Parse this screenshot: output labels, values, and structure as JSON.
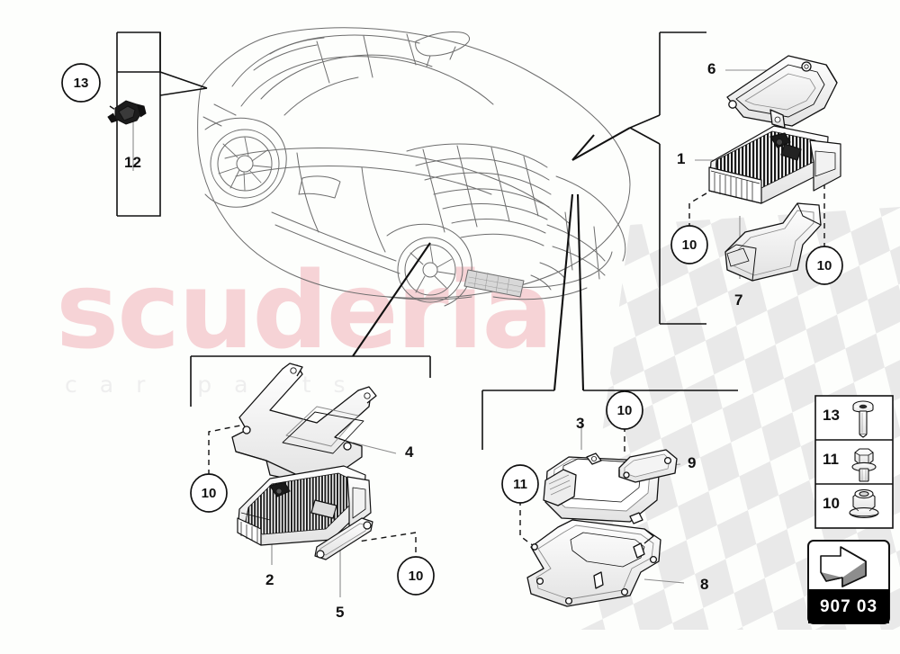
{
  "diagram": {
    "reference_code": "907 03",
    "watermark_main": "scuderia",
    "watermark_sub": "car parts",
    "vehicle": "sports-car-rear-three-quarter-line-drawing"
  },
  "callouts": {
    "part_1": "1",
    "part_2": "2",
    "part_3": "3",
    "part_4": "4",
    "part_5": "5",
    "part_6": "6",
    "part_7": "7",
    "part_8": "8",
    "part_9": "9",
    "part_12": "12"
  },
  "balloons": {
    "b13_top": "13",
    "b10_r1": "10",
    "b10_r2": "10",
    "b10_bl1": "10",
    "b10_bl2": "10",
    "b10_bc": "10",
    "b11_bc": "11"
  },
  "legend": {
    "rows": [
      {
        "number": "13",
        "fastener": "torx-pan-head-screw"
      },
      {
        "number": "11",
        "fastener": "hex-head-bolt-with-washer"
      },
      {
        "number": "10",
        "fastener": "hex-flange-nut"
      }
    ]
  },
  "colors": {
    "background": "#fdfefc",
    "line": "#111111",
    "car_line": "#6d6d6d",
    "watermark_pink": "#f6d3d6",
    "watermark_gray": "#eeeeee",
    "checker": "#e9e9e9",
    "badge_bg": "#000000"
  }
}
